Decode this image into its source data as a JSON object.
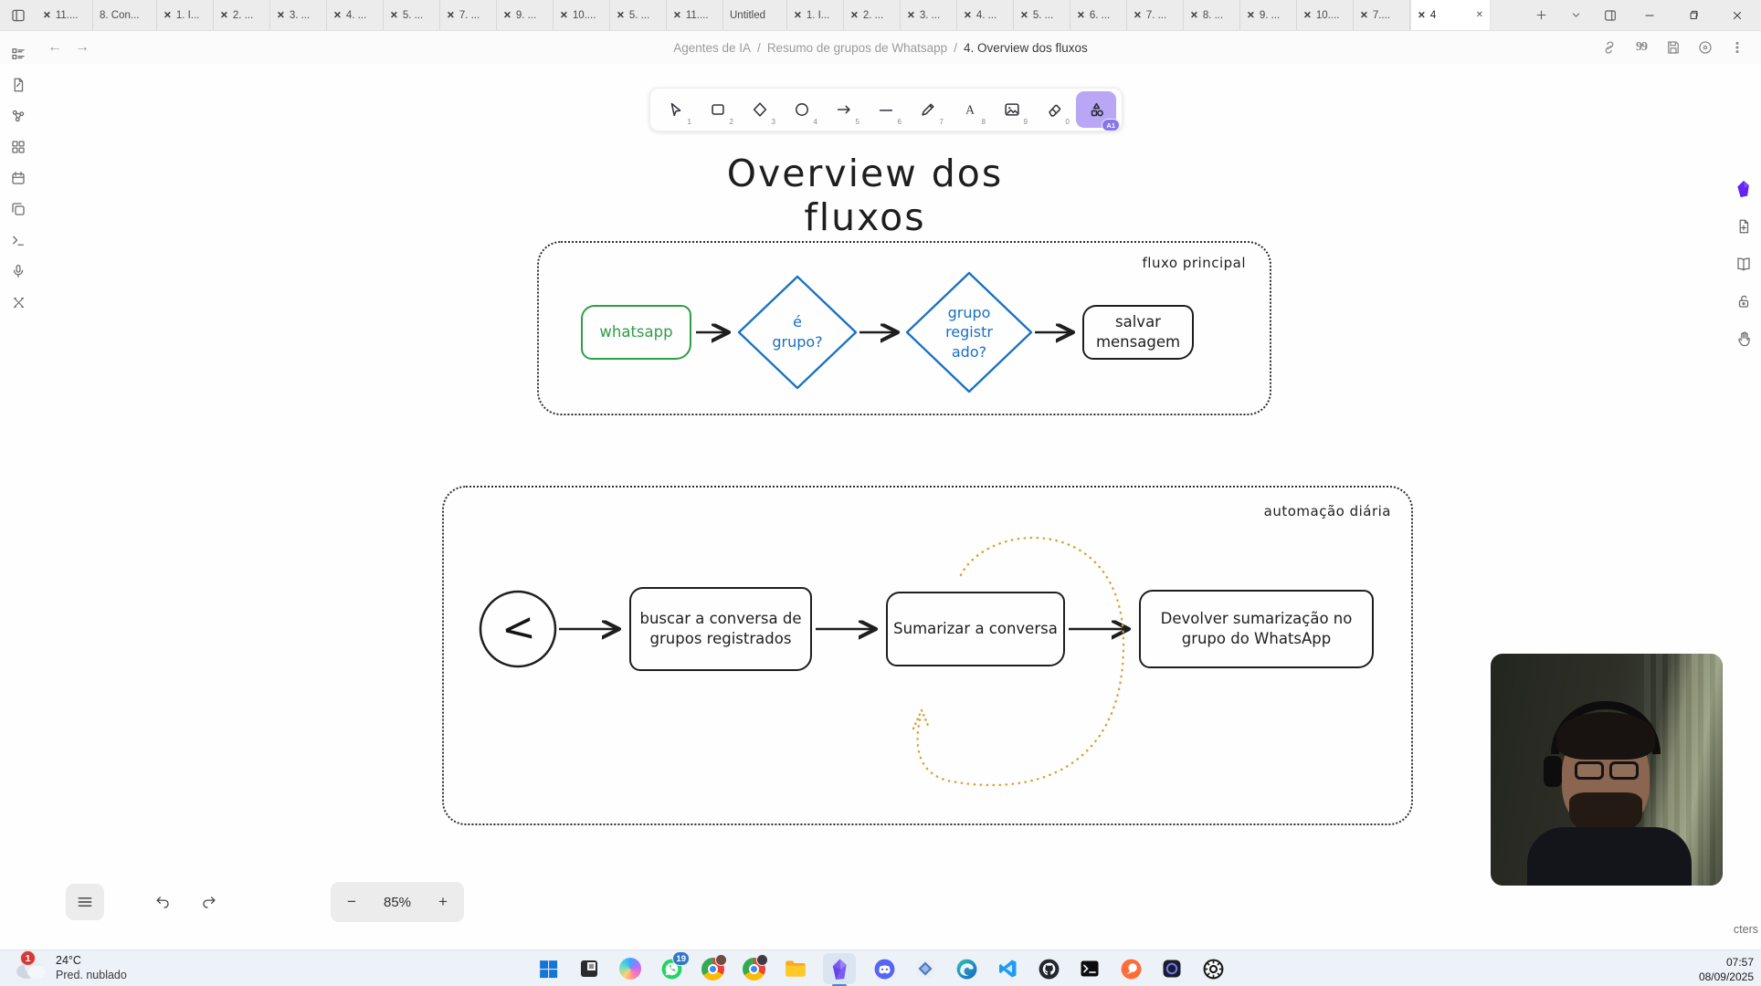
{
  "window": {
    "sidebar_toggle_icon": "sidebar-toggle-icon",
    "tabs": [
      {
        "label": "11....",
        "icon": true
      },
      {
        "label": "8. Con...",
        "icon": false
      },
      {
        "label": "1. I...",
        "icon": true
      },
      {
        "label": "2. ...",
        "icon": true
      },
      {
        "label": "3. ...",
        "icon": true
      },
      {
        "label": "4. ...",
        "icon": true
      },
      {
        "label": "5. ...",
        "icon": true
      },
      {
        "label": "7. ...",
        "icon": true
      },
      {
        "label": "9. ...",
        "icon": true
      },
      {
        "label": "10....",
        "icon": true
      },
      {
        "label": "5. ...",
        "icon": true
      },
      {
        "label": "11....",
        "icon": true
      },
      {
        "label": "Untitled",
        "icon": false
      },
      {
        "label": "1. I...",
        "icon": true
      },
      {
        "label": "2. ...",
        "icon": true
      },
      {
        "label": "3. ...",
        "icon": true
      },
      {
        "label": "4. ...",
        "icon": true
      },
      {
        "label": "5. ...",
        "icon": true
      },
      {
        "label": "6. ...",
        "icon": true
      },
      {
        "label": "7. ...",
        "icon": true
      },
      {
        "label": "8. ...",
        "icon": true
      },
      {
        "label": "9. ...",
        "icon": true
      },
      {
        "label": "10....",
        "icon": true
      },
      {
        "label": "7....",
        "icon": true
      },
      {
        "label": "4",
        "icon": true,
        "active": true
      }
    ],
    "tab_controls": [
      "plus-icon",
      "chevron-down-icon",
      "tab-stack-icon"
    ],
    "window_controls": [
      "minimize-icon",
      "maximize-icon",
      "close-icon"
    ]
  },
  "header": {
    "nav_icons": [
      "back-icon",
      "forward-icon"
    ],
    "breadcrumb": [
      {
        "label": "Agentes de IA"
      },
      {
        "label": "Resumo de grupos de Whatsapp"
      },
      {
        "label": "4. Overview dos fluxos",
        "current": true
      }
    ],
    "separator": "/",
    "action_icons": [
      "link-icon",
      "quote-count-icon",
      "save-icon",
      "presentation-icon",
      "more-options-icon"
    ],
    "quote_glyph": "99"
  },
  "left_ribbon": {
    "icons": [
      "workspace-layout-icon",
      "new-note-icon",
      "graph-view-icon",
      "canvas-grid-icon",
      "calendar-icon",
      "duplicate-icon",
      "terminal-icon",
      "microphone-icon",
      "excalidraw-icon"
    ]
  },
  "right_ribbon": {
    "icons": [
      "obsidian-sync-icon",
      "new-drawing-icon",
      "reading-view-icon",
      "lock-icon",
      "pan-tool-icon"
    ]
  },
  "toolbar": {
    "tools": [
      {
        "name": "selection-tool",
        "hint": "1"
      },
      {
        "name": "rectangle-tool",
        "hint": "2"
      },
      {
        "name": "diamond-tool",
        "hint": "3"
      },
      {
        "name": "ellipse-tool",
        "hint": "4"
      },
      {
        "name": "arrow-tool",
        "hint": "5"
      },
      {
        "name": "line-tool",
        "hint": "6"
      },
      {
        "name": "draw-tool",
        "hint": "7"
      },
      {
        "name": "text-tool",
        "hint": "8"
      },
      {
        "name": "image-tool",
        "hint": "9"
      },
      {
        "name": "eraser-tool",
        "hint": "0"
      },
      {
        "name": "shapes-tool",
        "hint": "",
        "active": true,
        "badge": "A1"
      }
    ]
  },
  "canvas": {
    "title": "Overview dos fluxos",
    "groups": [
      {
        "label": "fluxo principal",
        "nodes": [
          {
            "id": "whatsapp",
            "label": "whatsapp",
            "shape": "rect",
            "color": "#2f9e44"
          },
          {
            "id": "e-grupo",
            "label": "é\ngrupo?",
            "shape": "diamond",
            "color": "#1971c2"
          },
          {
            "id": "grupo-registrado",
            "label": "grupo\nregistr\nado?",
            "shape": "diamond",
            "color": "#1971c2"
          },
          {
            "id": "salvar-mensagem",
            "label": "salvar\nmensagem",
            "shape": "rect",
            "color": "#1e1e1e"
          }
        ]
      },
      {
        "label": "automação diária",
        "nodes": [
          {
            "id": "agendador",
            "icon": "clock-trigger-icon",
            "shape": "circle",
            "color": "#1e1e1e"
          },
          {
            "id": "buscar",
            "label": "buscar a conversa de\ngrupos registrados",
            "shape": "rect",
            "color": "#1e1e1e"
          },
          {
            "id": "sumarizar",
            "label": "Sumarizar a conversa",
            "shape": "rect",
            "color": "#1e1e1e"
          },
          {
            "id": "devolver",
            "label": "Devolver sumarização no\ngrupo do WhatsApp",
            "shape": "rect",
            "color": "#1e1e1e"
          }
        ],
        "loop_color": "#d9a23b"
      }
    ]
  },
  "bottom_bar": {
    "menu_icon": "menu-icon",
    "undo_icon": "undo-icon",
    "redo_icon": "redo-icon",
    "zoom_out_label": "−",
    "zoom_level": "85%",
    "zoom_in_label": "+"
  },
  "status": {
    "char_count_fragment": "cters"
  },
  "webcam": {
    "description_icon": "webcam-person"
  },
  "taskbar": {
    "weather": {
      "badge": "1",
      "temp": "24°C",
      "condition": "Pred. nublado",
      "icon": "cloud-icon"
    },
    "icons": [
      {
        "name": "start-button"
      },
      {
        "name": "file-explorer-dark"
      },
      {
        "name": "copilot"
      },
      {
        "name": "whatsapp",
        "badge": "19"
      },
      {
        "name": "chrome-profile-1"
      },
      {
        "name": "chrome-profile-2"
      },
      {
        "name": "folder-explorer"
      },
      {
        "name": "obsidian",
        "active": true
      },
      {
        "name": "discord"
      },
      {
        "name": "blue-diamond-app"
      },
      {
        "name": "edge"
      },
      {
        "name": "vscode"
      },
      {
        "name": "github-desktop"
      },
      {
        "name": "terminal-app"
      },
      {
        "name": "postman"
      },
      {
        "name": "dark-ring-app"
      },
      {
        "name": "steelseries"
      }
    ],
    "clock": {
      "time": "07:57",
      "date": "08/09/2025"
    }
  },
  "colors": {
    "accent_green": "#2f9e44",
    "accent_blue": "#1971c2",
    "loop_orange": "#d9a23b",
    "active_tool_bg": "#b9a7f5",
    "badge_red": "#d43a3a",
    "whatsapp_badge": "#3178c6",
    "taskbar_indicator": "#4e85c9"
  }
}
